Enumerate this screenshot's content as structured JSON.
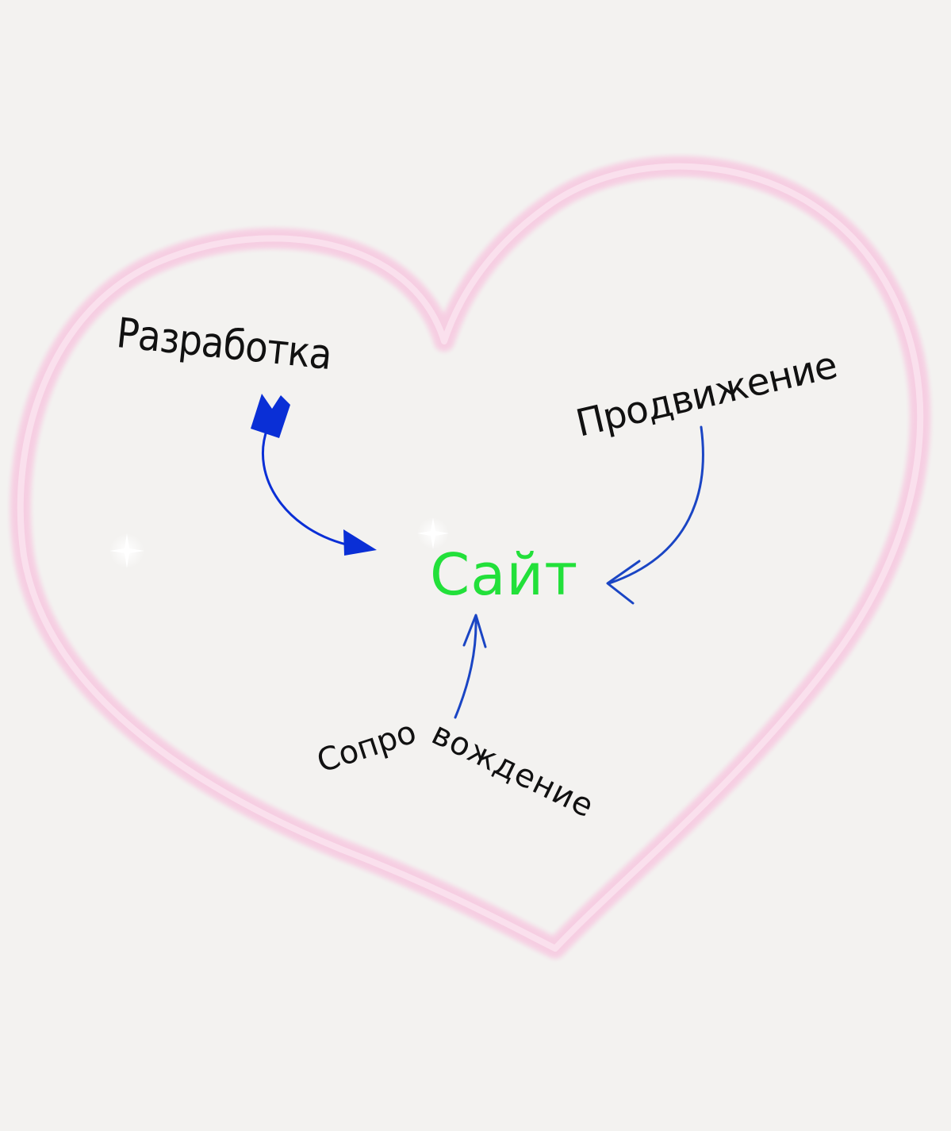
{
  "center_label": "Сайт",
  "nodes": {
    "development": "Разработка",
    "promotion": "Продвижение",
    "support_part1": "Сопро",
    "support_part2": "вождение"
  },
  "colors": {
    "background": "#f3f2f0",
    "heart_outline": "#f7cde2",
    "center_text": "#22e03a",
    "arrow_dark_blue": "#0a2fd6",
    "arrow_blue": "#1a45c4",
    "label_text": "#111111",
    "sparkle": "#ffffff"
  },
  "icons": [
    "heart-outline",
    "sparkle-icon",
    "arrow"
  ]
}
